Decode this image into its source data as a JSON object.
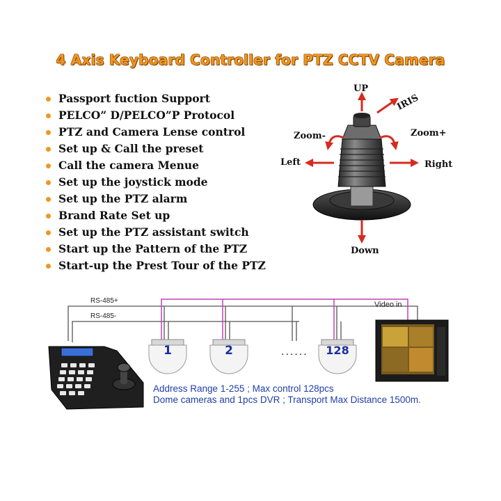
{
  "title": "4 Axis Keyboard Controller for PTZ CCTV Camera",
  "features": [
    "Passport fuction Support",
    "PELCO” D/PELCO”P Protocol",
    "PTZ  and Camera Lense control",
    "Set up & Call the preset",
    "Call the camera Menue",
    "Set up the joystick mode",
    "Set up the PTZ alarm",
    "Brand Rate Set up",
    "Set up the PTZ assistant switch",
    "Start up the Pattern of the PTZ",
    "Start-up the Prest Tour of the PTZ"
  ],
  "camera_controls": {
    "up": "UP",
    "iris": "IRIS",
    "zoom_minus": "Zoom-",
    "zoom_plus": "Zoom+",
    "left": "Left",
    "right": "Right",
    "down": "Down"
  },
  "wiring": {
    "rs485_plus": "RS-485+",
    "rs485_minus": "RS-485-",
    "video_in": "Video in",
    "ellipsis": "......",
    "domes": [
      "1",
      "2",
      "128"
    ]
  },
  "info": {
    "line1": "Address Range 1-255 ; Max control 128pcs",
    "line2": "Dome cameras and 1pcs DVR ; Transport Max Distance 1500m."
  },
  "colors": {
    "title": "#f0961e",
    "bullet": "#f0961e",
    "arrow": "#d62b1f",
    "video_wire": "#c040b8",
    "info_text": "#1f3ea8",
    "dome_number": "#1a2f9c"
  }
}
